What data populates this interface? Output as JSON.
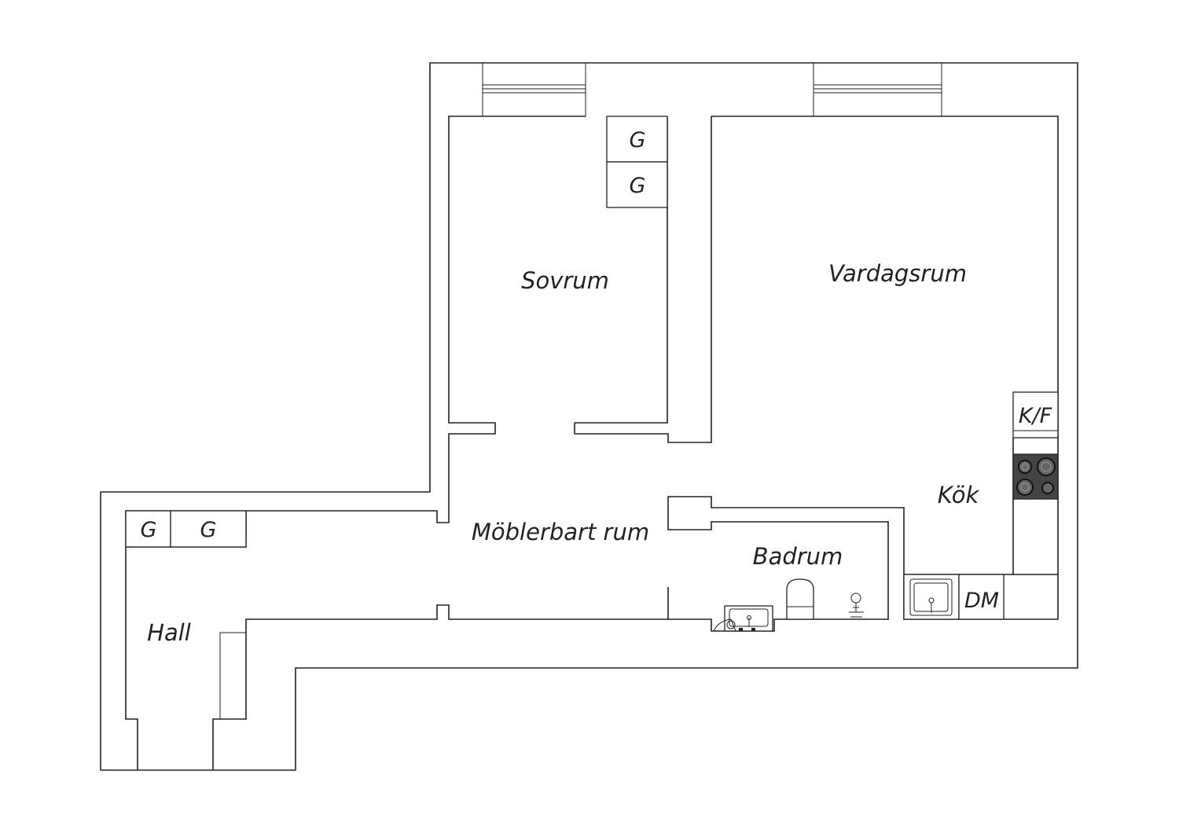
{
  "floorplan": {
    "rooms": {
      "sovrum": "Sovrum",
      "vardagsrum": "Vardagsrum",
      "kok": "Kök",
      "moblerbart_rum": "Möblerbart rum",
      "badrum": "Badrum",
      "hall": "Hall"
    },
    "fixtures": {
      "wardrobe": "G",
      "fridge_freezer": "K/F",
      "dishwasher": "DM"
    },
    "colors": {
      "line": "#222222",
      "background": "#ffffff",
      "stove": "#444444"
    }
  }
}
